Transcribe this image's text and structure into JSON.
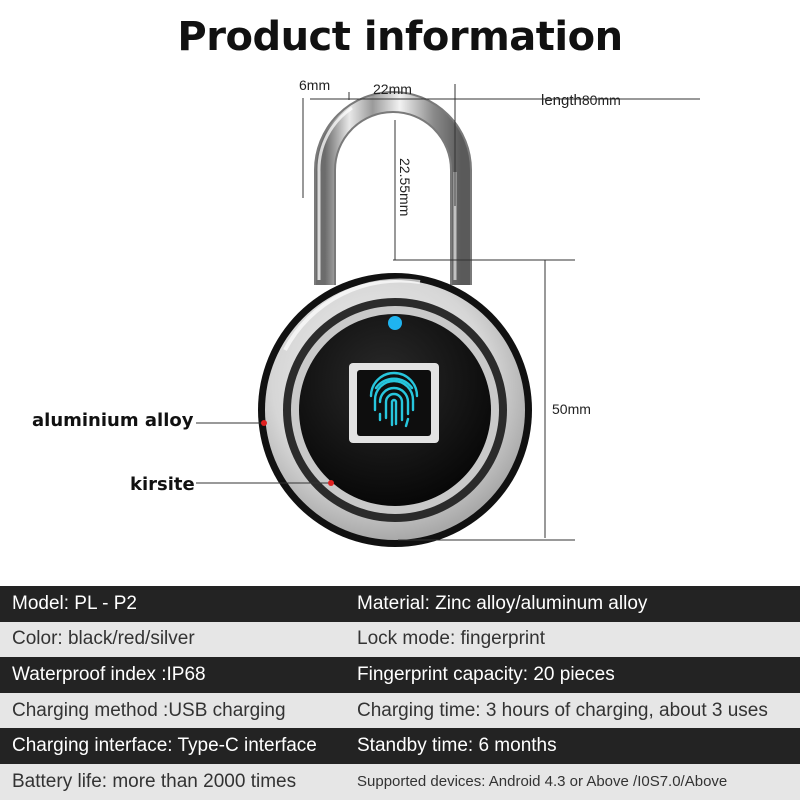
{
  "title": "Product information",
  "dimensions": {
    "shackle_thickness": "6mm",
    "shackle_width": "22mm",
    "length_label": "length",
    "length_value": "80mm",
    "shackle_height": "22.55mm",
    "body_height": "50mm"
  },
  "callouts": {
    "outer_ring": "aluminium alloy",
    "inner_body": "kirsite"
  },
  "colors": {
    "dark_row": "#232323",
    "light_row": "#e6e6e6",
    "indicator_led": "#1fb4f0",
    "fingerprint": "#27c6dd",
    "callout_dot": "#e02020"
  },
  "icons": {
    "sensor": "fingerprint-icon",
    "led": "blue-indicator-dot"
  },
  "specs": [
    {
      "left": "Model: PL - P2",
      "right": "Material: Zinc alloy/aluminum alloy",
      "style": "dark"
    },
    {
      "left": "Color: black/red/silver",
      "right": "Lock mode: fingerprint",
      "style": "light"
    },
    {
      "left": "Waterproof index :IP68",
      "right": "Fingerprint capacity: 20 pieces",
      "style": "dark"
    },
    {
      "left": "Charging method :USB charging",
      "right": "Charging time: 3 hours of charging, about 3 uses",
      "style": "light"
    },
    {
      "left": "Charging interface: Type-C interface",
      "right": "Standby time: 6 months",
      "style": "dark"
    },
    {
      "left": "Battery life: more than 2000 times",
      "right": "Supported devices: Android 4.3 or Above /I0S7.0/Above",
      "style": "light"
    }
  ]
}
